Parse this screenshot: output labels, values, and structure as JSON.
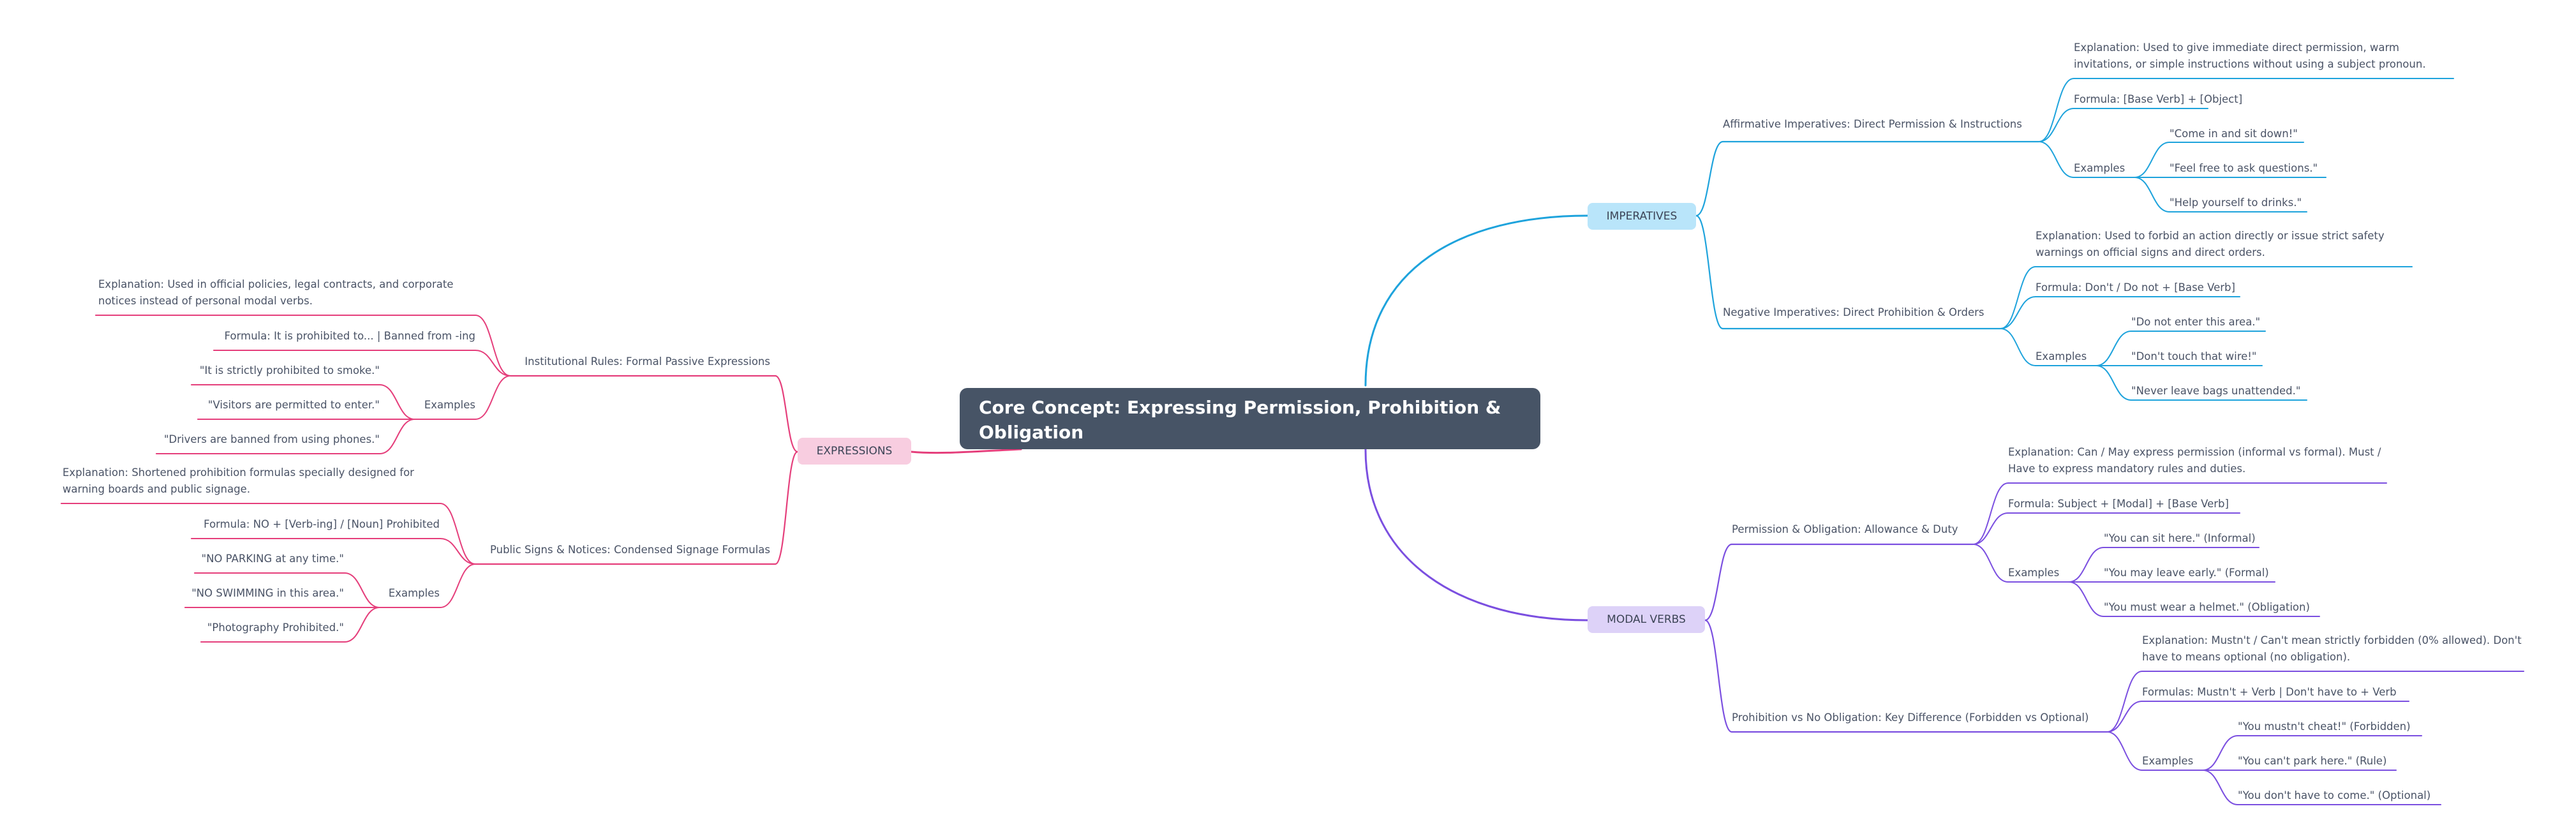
{
  "colors": {
    "imperatives": "#1ea3dc",
    "modal": "#7b4fe0",
    "expressions": "#e53e7b",
    "root_bg": "#475466",
    "text": "#4a5366"
  },
  "root": {
    "title": "Core Concept: Expressing Permission, Prohibition & Obligation"
  },
  "imperatives": {
    "label": "IMPERATIVES",
    "affirmative": {
      "label": "Affirmative Imperatives: Direct Permission & Instructions",
      "explanation": "Explanation: Used to give immediate direct permission, warm invitations, or simple instructions without using a subject pronoun.",
      "formula": "Formula: [Base Verb] + [Object]",
      "examples_label": "Examples",
      "examples": [
        "\"Come in and sit down!\"",
        "\"Feel free to ask questions.\"",
        "\"Help yourself to drinks.\""
      ]
    },
    "negative": {
      "label": "Negative Imperatives: Direct Prohibition & Orders",
      "explanation": "Explanation: Used to forbid an action directly or issue strict safety warnings on official signs and direct orders.",
      "formula": "Formula: Don't / Do not + [Base Verb]",
      "examples_label": "Examples",
      "examples": [
        "\"Do not enter this area.\"",
        "\"Don't touch that wire!\"",
        "\"Never leave bags unattended.\""
      ]
    }
  },
  "modal": {
    "label": "MODAL VERBS",
    "permission": {
      "label": "Permission & Obligation: Allowance & Duty",
      "explanation": "Explanation: Can / May express permission (informal vs formal). Must / Have to express mandatory rules and duties.",
      "formula": "Formula: Subject + [Modal] + [Base Verb]",
      "examples_label": "Examples",
      "examples": [
        "\"You can sit here.\" (Informal)",
        "\"You may leave early.\" (Formal)",
        "\"You must wear a helmet.\" (Obligation)"
      ]
    },
    "prohibition": {
      "label": "Prohibition vs No Obligation: Key Difference (Forbidden vs Optional)",
      "explanation": "Explanation: Mustn't / Can't mean strictly forbidden (0% allowed). Don't have to means optional (no obligation).",
      "formula": "Formulas: Mustn't + Verb | Don't have to + Verb",
      "examples_label": "Examples",
      "examples": [
        "\"You mustn't cheat!\" (Forbidden)",
        "\"You can't park here.\" (Rule)",
        "\"You don't have to come.\" (Optional)"
      ]
    }
  },
  "expressions": {
    "label": "EXPRESSIONS",
    "institutional": {
      "label": "Institutional Rules: Formal Passive Expressions",
      "explanation": "Explanation: Used in official policies, legal contracts, and corporate notices instead of personal modal verbs.",
      "formula": "Formula: It is prohibited to... | Banned from -ing",
      "examples_label": "Examples",
      "examples": [
        "\"It is strictly prohibited to smoke.\"",
        "\"Visitors are permitted to enter.\"",
        "\"Drivers are banned from using phones.\""
      ]
    },
    "signs": {
      "label": "Public Signs & Notices: Condensed Signage Formulas",
      "explanation": "Explanation: Shortened prohibition formulas specially designed for warning boards and public signage.",
      "formula": "Formula: NO + [Verb-ing] / [Noun] Prohibited",
      "examples_label": "Examples",
      "examples": [
        "\"NO PARKING at any time.\"",
        "\"NO SWIMMING in this area.\"",
        "\"Photography Prohibited.\""
      ]
    }
  }
}
